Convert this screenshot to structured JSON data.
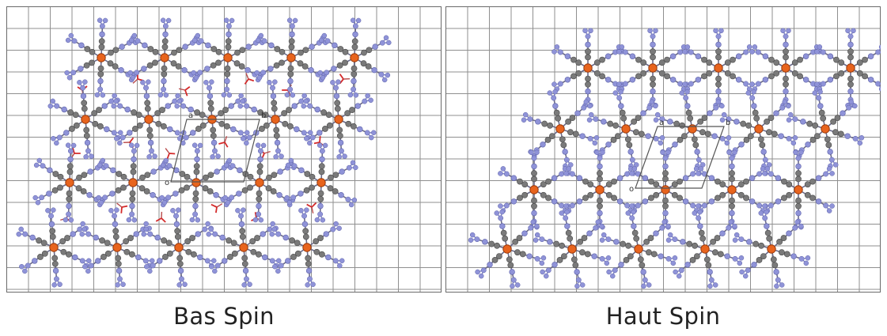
{
  "colors": {
    "grid": "#8f8f8f",
    "grid_border": "#6a6a6a",
    "metal_atom": "#e8641e",
    "metal_outline": "#9a3a0c",
    "carbon_atom": "#7a7a7a",
    "nitrogen_atom": "#8f93d8",
    "nitrogen_outline": "#5e62a8",
    "water_oxygen": "#d42a2a",
    "unit_cell": "#555555"
  },
  "panels": [
    {
      "id": "low-spin",
      "caption": "Bas Spin",
      "has_guest_molecules": true,
      "unit_cell_labels": [
        "o",
        "a",
        "b"
      ]
    },
    {
      "id": "high-spin",
      "caption": "Haut Spin",
      "has_guest_molecules": false,
      "unit_cell_labels": [
        "o",
        "a",
        "b"
      ]
    }
  ]
}
